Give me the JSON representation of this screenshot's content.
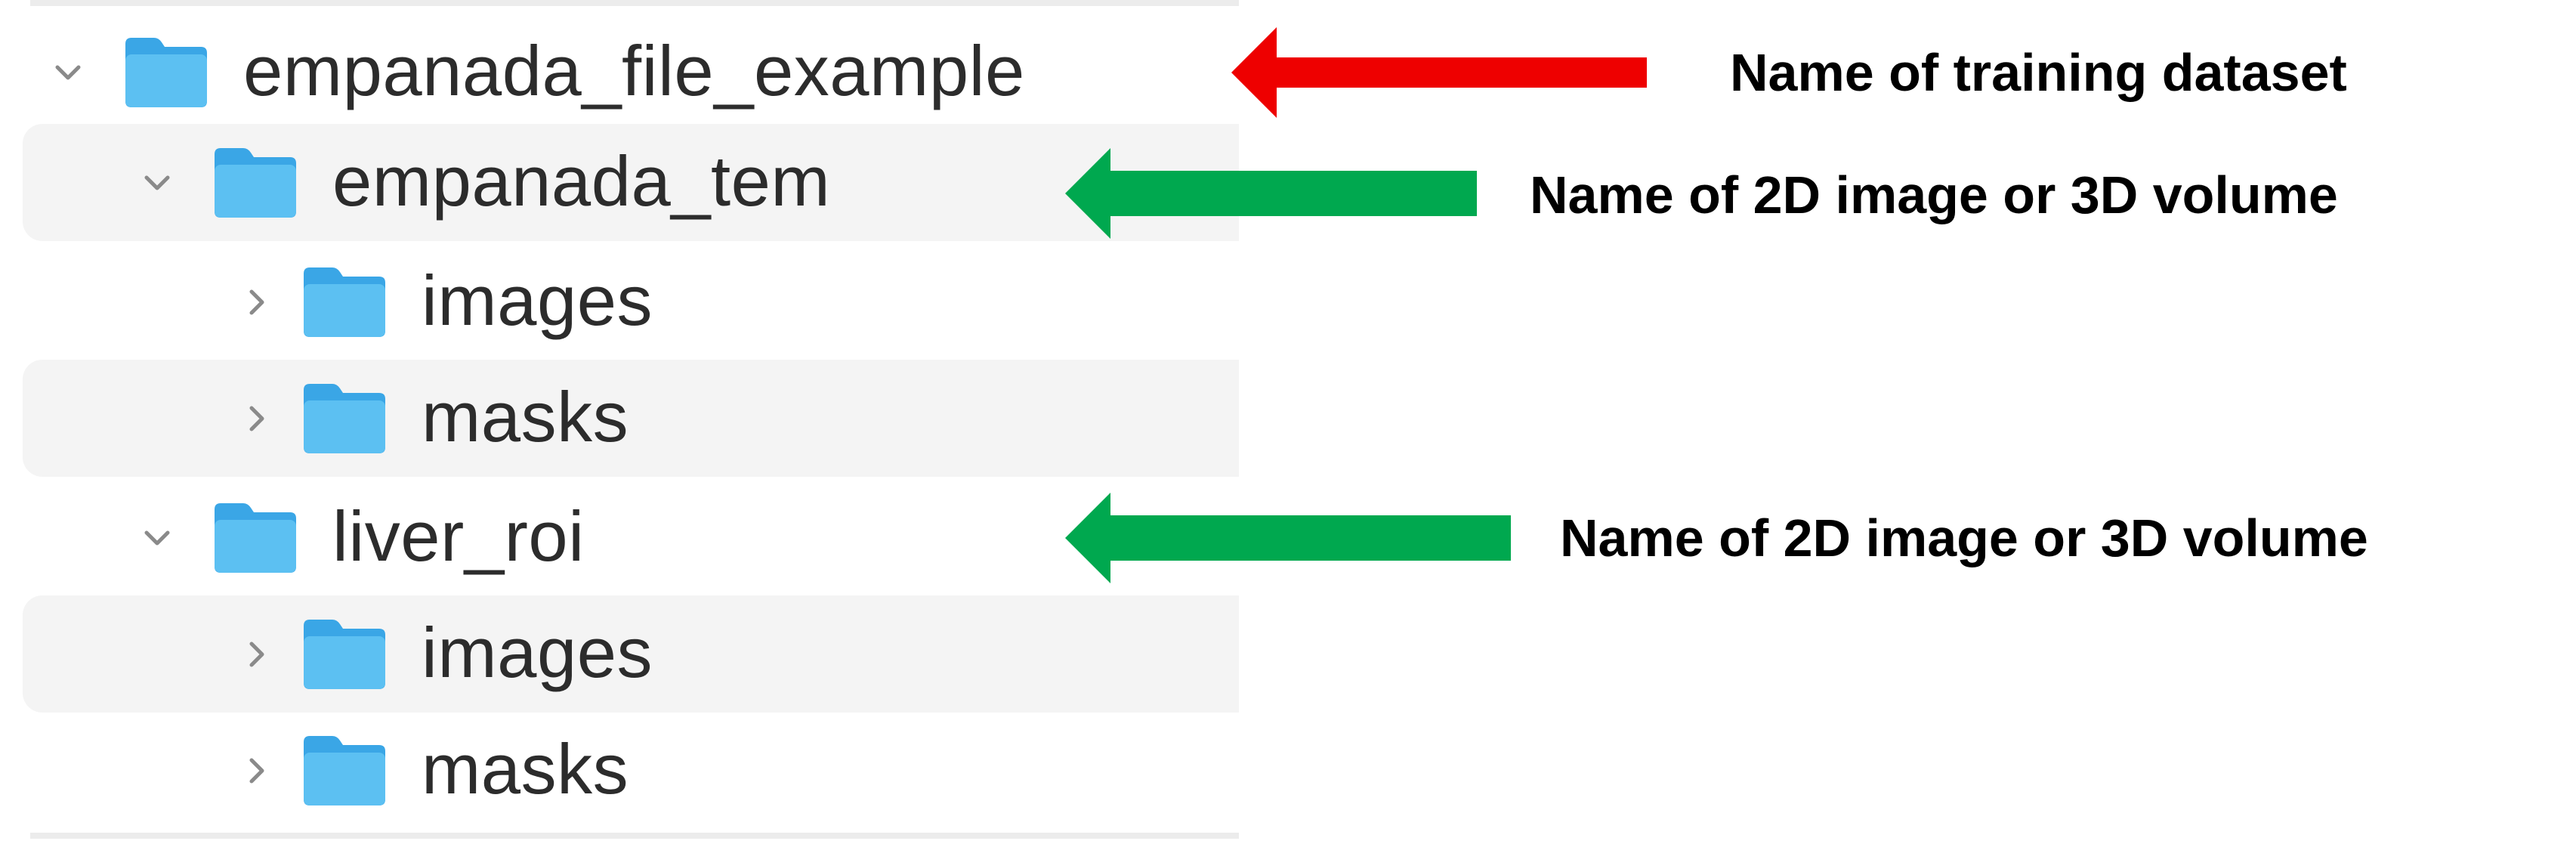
{
  "tree": {
    "rows": [
      {
        "label": "empanada_file_example",
        "expanded": true,
        "level": 0,
        "icon": "folder-icon",
        "chevron": "chevron-down-icon"
      },
      {
        "label": "empanada_tem",
        "expanded": true,
        "level": 1,
        "icon": "folder-icon",
        "chevron": "chevron-down-icon"
      },
      {
        "label": "images",
        "expanded": false,
        "level": 2,
        "icon": "folder-icon",
        "chevron": "chevron-right-icon"
      },
      {
        "label": "masks",
        "expanded": false,
        "level": 2,
        "icon": "folder-icon",
        "chevron": "chevron-right-icon"
      },
      {
        "label": "liver_roi",
        "expanded": true,
        "level": 1,
        "icon": "folder-icon",
        "chevron": "chevron-down-icon"
      },
      {
        "label": "images",
        "expanded": false,
        "level": 2,
        "icon": "folder-icon",
        "chevron": "chevron-right-icon"
      },
      {
        "label": "masks",
        "expanded": false,
        "level": 2,
        "icon": "folder-icon",
        "chevron": "chevron-right-icon"
      }
    ]
  },
  "annotations": [
    {
      "text": "Name of training dataset",
      "arrow_color": "#ee0000"
    },
    {
      "text": "Name of 2D image or 3D volume",
      "arrow_color": "#00a84f"
    },
    {
      "text": "Name of 2D image or 3D volume",
      "arrow_color": "#00a84f"
    }
  ],
  "colors": {
    "folder_body": "#5cc0f2",
    "folder_tab": "#3aa6e6",
    "row_stripe": "#f4f4f4",
    "text": "#2c2c2c"
  }
}
